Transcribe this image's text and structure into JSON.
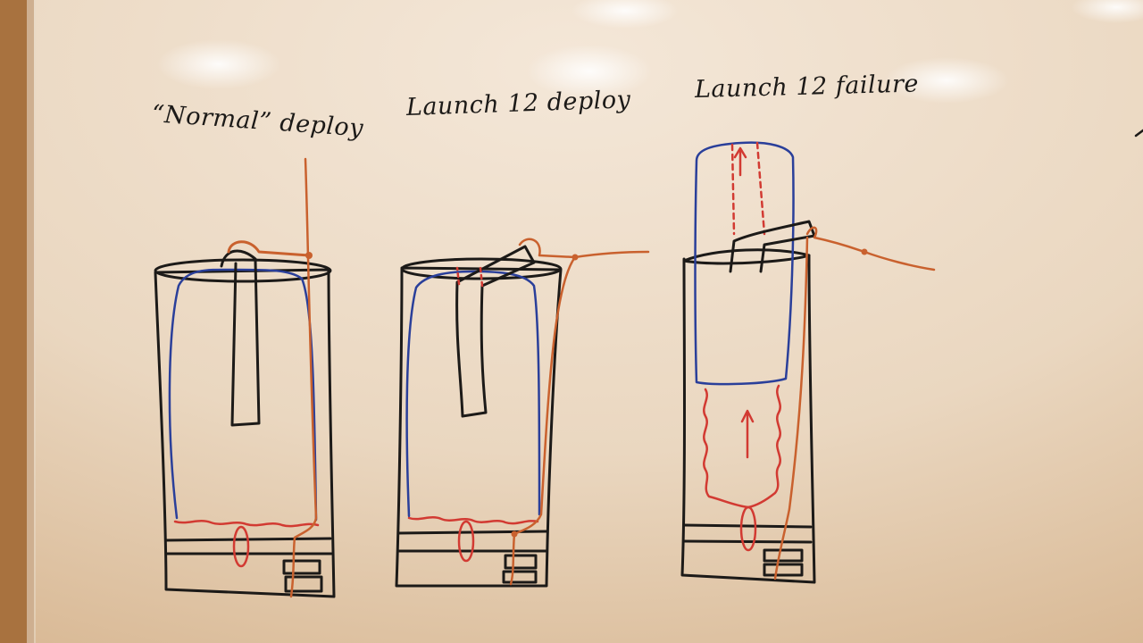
{
  "titles": {
    "normal": "“Normal” deploy",
    "launch12_deploy": "Launch 12 deploy",
    "launch12_failure": "Launch 12 failure"
  },
  "colors": {
    "board": "#e9d6bf",
    "ink_black": "#1c1a18",
    "ink_blue": "#2a3f9a",
    "ink_red": "#d23a32",
    "ink_orange": "#c9612e",
    "frame": "#9a6a3c"
  }
}
